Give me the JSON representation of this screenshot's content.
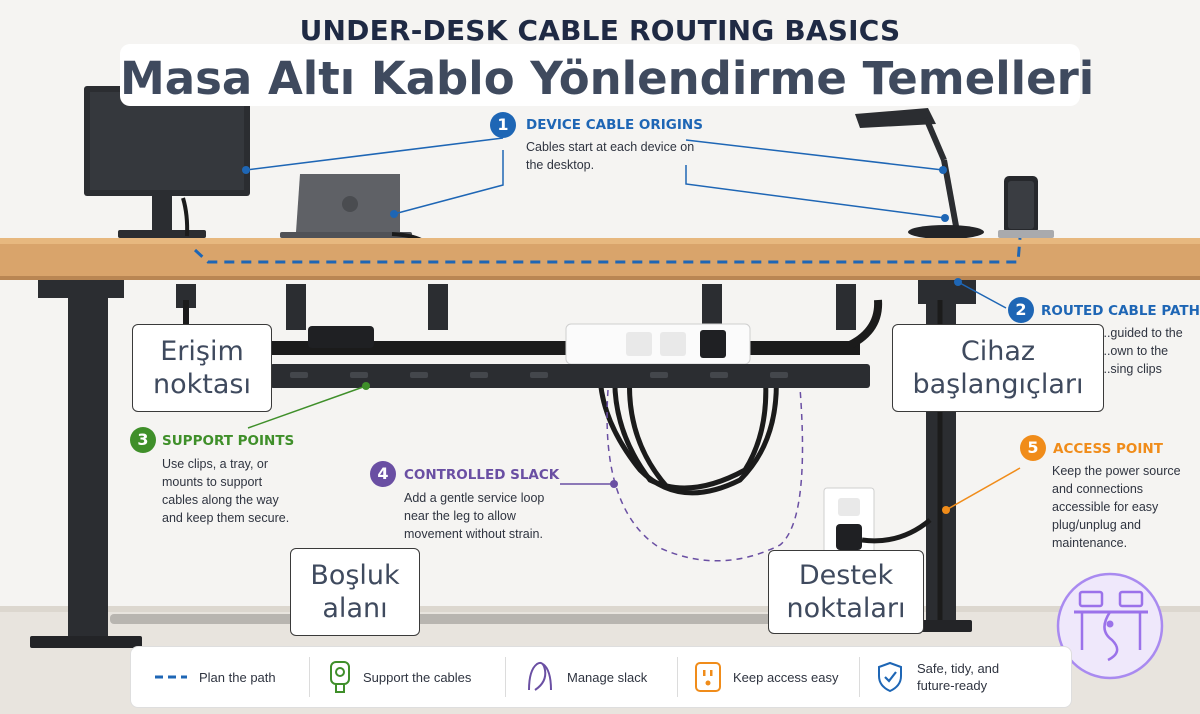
{
  "title_en": "UNDER-DESK CABLE ROUTING BASICS",
  "title_tr": "Masa Altı Kablo Yönlendirme Temelleri",
  "steps": [
    {
      "num": "1",
      "head": "DEVICE CABLE ORIGINS",
      "body": [
        "Cables start at each device on",
        "the desktop."
      ],
      "color": "#1e66b5"
    },
    {
      "num": "2",
      "head": "ROUTED CABLE PATH",
      "body": [
        "...guided to the",
        "...own to the",
        "...sing clips"
      ],
      "color": "#1e66b5"
    },
    {
      "num": "3",
      "head": "SUPPORT POINTS",
      "body": [
        "Use clips, a tray, or",
        "mounts to support",
        "cables along the way",
        "and keep them secure."
      ],
      "color": "#3f8f2a"
    },
    {
      "num": "4",
      "head": "CONTROLLED SLACK",
      "body": [
        "Add a gentle service loop",
        "near the leg to allow",
        "movement without strain."
      ],
      "color": "#6a4fa3"
    },
    {
      "num": "5",
      "head": "ACCESS POINT",
      "body": [
        "Keep the power source",
        "and connections",
        "accessible for easy",
        "plug/unplug and",
        "maintenance."
      ],
      "color": "#f08c1a"
    }
  ],
  "callouts": {
    "erisim": "Erişim noktası",
    "cihaz": "Cihaz başlangıçları",
    "bosluk": "Boşluk alanı",
    "destek": "Destek noktaları"
  },
  "legend": [
    {
      "label": "Plan the path",
      "icon": "dashed-line-icon"
    },
    {
      "label": "Support the cables",
      "icon": "cable-clip-icon"
    },
    {
      "label": "Manage slack",
      "icon": "cable-loop-icon"
    },
    {
      "label": "Keep access easy",
      "icon": "outlet-icon"
    },
    {
      "label": "Safe, tidy, and future-ready",
      "label_lines": [
        "Safe, tidy, and",
        "future-ready"
      ],
      "icon": "shield-check-icon"
    }
  ],
  "colors": {
    "blue": "#1e66b5",
    "green": "#3f8f2a",
    "purple": "#6a4fa3",
    "orange": "#f08c1a",
    "wood": "#d9a46b"
  }
}
